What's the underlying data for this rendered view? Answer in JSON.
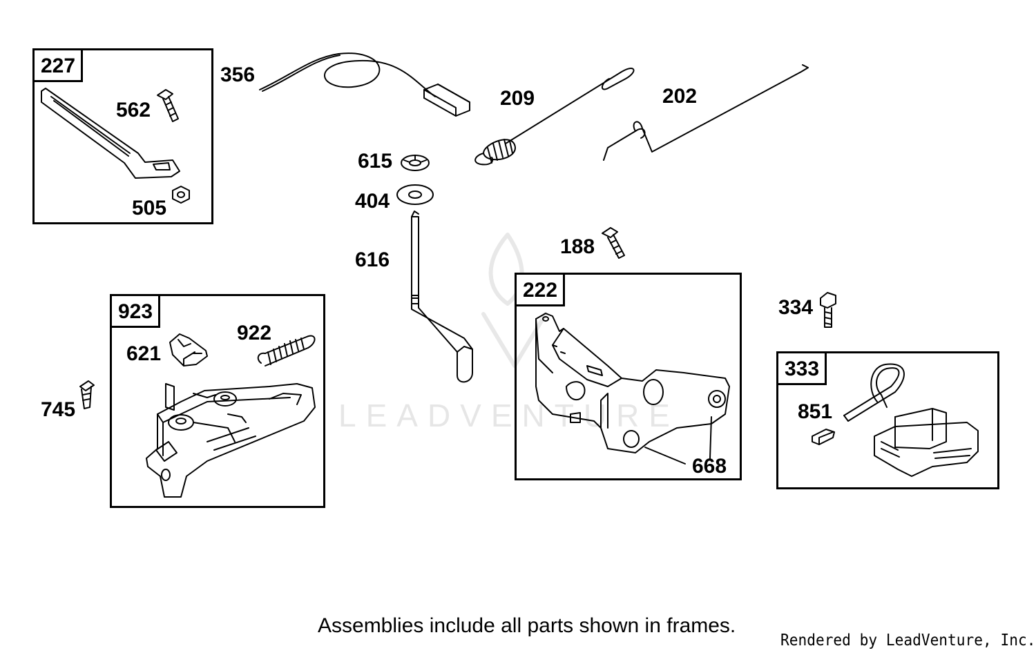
{
  "frames": [
    {
      "id": "227"
    },
    {
      "id": "923"
    },
    {
      "id": "222"
    },
    {
      "id": "333"
    }
  ],
  "parts": [
    "562",
    "505",
    "356",
    "209",
    "202",
    "615",
    "404",
    "616",
    "188",
    "922",
    "621",
    "745",
    "668",
    "334",
    "851"
  ],
  "footer": {
    "note": "Assemblies include all parts shown in frames.",
    "credit": "Rendered by LeadVenture, Inc."
  },
  "watermark": "LEADVENTURE"
}
